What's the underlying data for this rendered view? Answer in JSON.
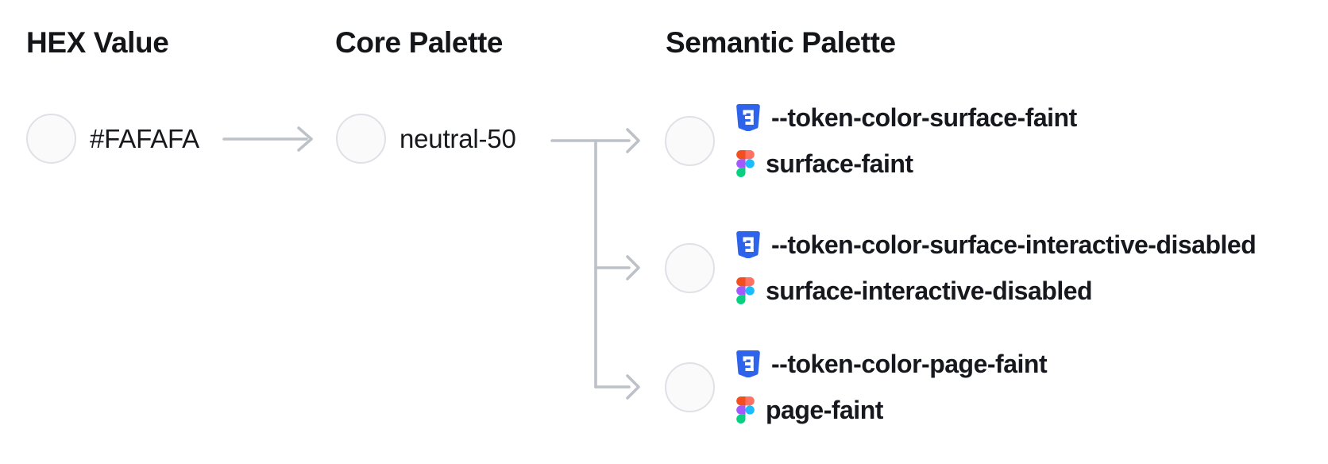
{
  "diagram": {
    "headers": {
      "hex": "HEX Value",
      "core": "Core Palette",
      "semantic": "Semantic Palette"
    },
    "hex_node": {
      "value": "#FAFAFA",
      "swatch_color": "#FAFAFA"
    },
    "core_node": {
      "name": "neutral-50",
      "swatch_color": "#FAFAFA"
    },
    "semantic_tokens": [
      {
        "css_variable": "--token-color-surface-faint",
        "figma_name": "surface-faint",
        "swatch_color": "#FAFAFA",
        "css_icon": "css3-shield-icon",
        "figma_icon": "figma-logo-icon"
      },
      {
        "css_variable": "--token-color-surface-interactive-disabled",
        "figma_name": "surface-interactive-disabled",
        "swatch_color": "#FAFAFA",
        "css_icon": "css3-shield-icon",
        "figma_icon": "figma-logo-icon"
      },
      {
        "css_variable": "--token-color-page-faint",
        "figma_name": "page-faint",
        "swatch_color": "#FAFAFA",
        "css_icon": "css3-shield-icon",
        "figma_icon": "figma-logo-icon"
      }
    ],
    "colors": {
      "swatch_fill": "#FAFAFA",
      "swatch_border": "#E0E1E6",
      "connector": "#BDC1C8",
      "text": "#16181D",
      "css_logo_blue": "#2E63EC",
      "figma_orange": "#F24E1E",
      "figma_salmon": "#FF7262",
      "figma_purple": "#A259FF",
      "figma_cyan": "#1ABCFE",
      "figma_green": "#0ACF83"
    }
  }
}
